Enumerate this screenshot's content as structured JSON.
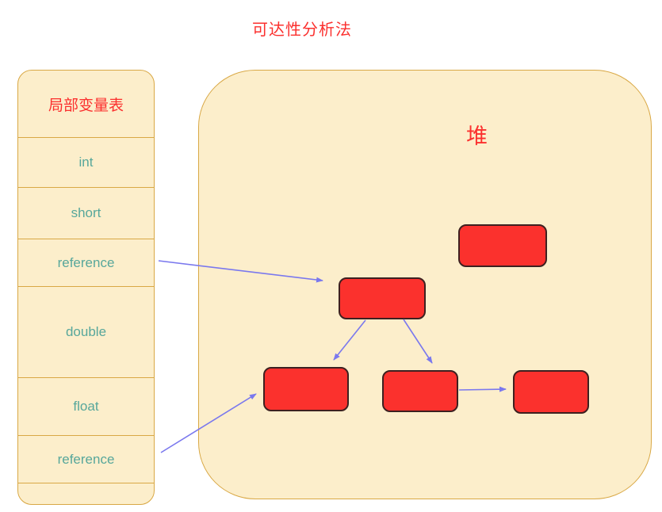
{
  "title": "可达性分析法",
  "local_variable_table": {
    "header": "局部变量表",
    "rows": [
      {
        "label": "int"
      },
      {
        "label": "short"
      },
      {
        "label": "reference"
      },
      {
        "label": "double"
      },
      {
        "label": "float"
      },
      {
        "label": "reference"
      }
    ]
  },
  "heap": {
    "label": "堆",
    "nodes": [
      {
        "name": "heap-node-isolated",
        "note": "unreachable object, top right"
      },
      {
        "name": "heap-node-root",
        "note": "object referenced by first reference slot"
      },
      {
        "name": "heap-node-left",
        "note": "child object, also referenced by second reference slot"
      },
      {
        "name": "heap-node-middle",
        "note": "child object"
      },
      {
        "name": "heap-node-right",
        "note": "object referenced by middle child"
      }
    ]
  },
  "edges": [
    {
      "from": "local-var-reference-1",
      "to": "heap-node-root"
    },
    {
      "from": "heap-node-root",
      "to": "heap-node-left"
    },
    {
      "from": "heap-node-root",
      "to": "heap-node-middle"
    },
    {
      "from": "heap-node-middle",
      "to": "heap-node-right"
    },
    {
      "from": "local-var-reference-2",
      "to": "heap-node-left"
    }
  ],
  "colors": {
    "title_red": "#fb302e",
    "fill_cream": "#fceecb",
    "border_tan": "#d9a845",
    "row_text_teal": "#57a79b",
    "node_red": "#fb312d",
    "node_border": "#3d2020",
    "arrow_purple": "#7a78ee",
    "page_background": "#ffffff"
  }
}
